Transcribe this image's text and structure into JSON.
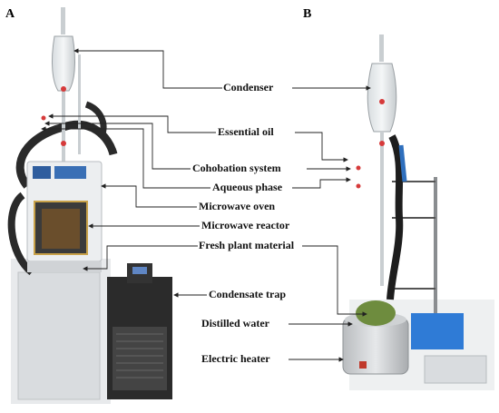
{
  "panels": {
    "a": "A",
    "b": "B"
  },
  "labels": {
    "condenser": "Condenser",
    "essential_oil": "Essential oil",
    "cohobation_system": "Cohobation system",
    "aqueous_phase": "Aqueous phase",
    "microwave_oven": "Microwave oven",
    "microwave_reactor": "Microwave reactor",
    "fresh_plant_material": "Fresh plant material",
    "condensate_trap": "Condensate trap",
    "distilled_water": "Distilled water",
    "electric_heater": "Electric heater"
  }
}
